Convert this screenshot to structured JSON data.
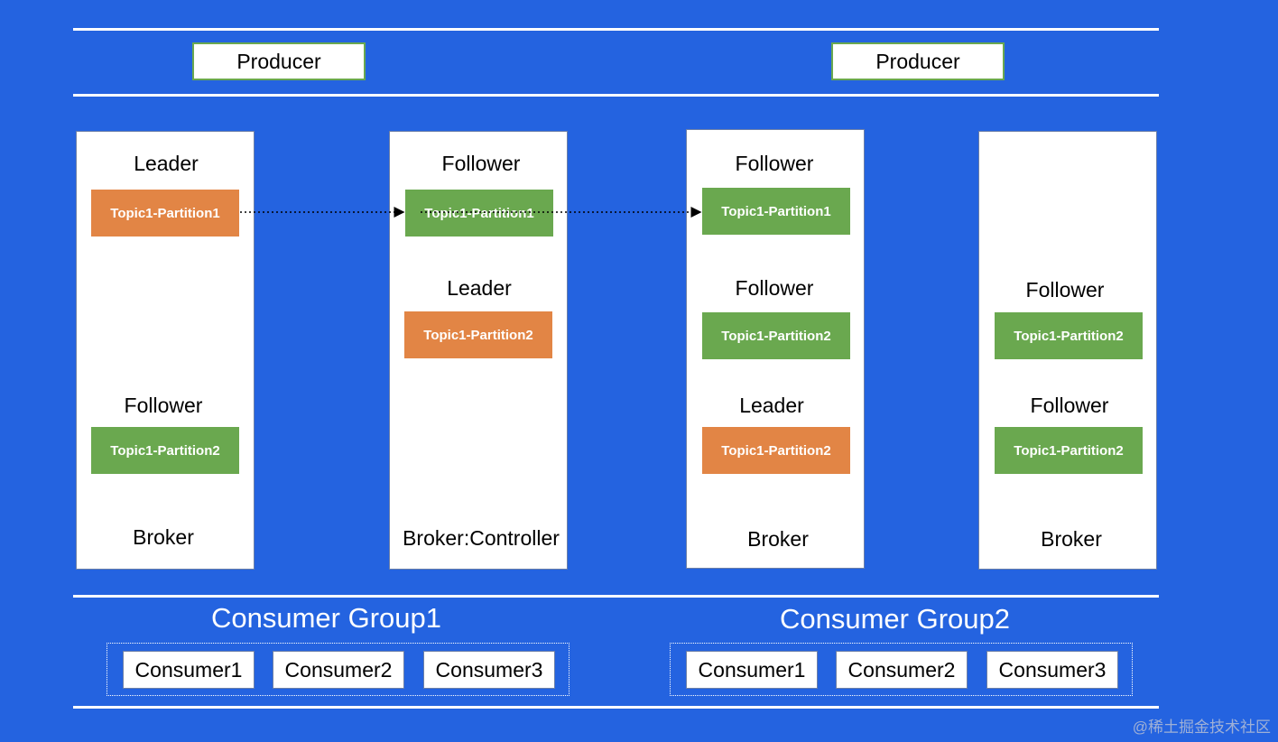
{
  "producers": [
    "Producer",
    "Producer"
  ],
  "brokers": [
    {
      "label": "Broker",
      "roles": [
        "Leader",
        "Follower"
      ],
      "partitions": [
        {
          "text": "Topic1-Partition1",
          "kind": "leader"
        },
        {
          "text": "Topic1-Partition2",
          "kind": "follower"
        }
      ]
    },
    {
      "label": "Broker:Controller",
      "roles": [
        "Follower",
        "Leader"
      ],
      "partitions": [
        {
          "text": "Topic1-Partition1",
          "kind": "follower"
        },
        {
          "text": "Topic1-Partition2",
          "kind": "leader"
        }
      ]
    },
    {
      "label": "Broker",
      "roles": [
        "Follower",
        "Follower",
        "Leader"
      ],
      "partitions": [
        {
          "text": "Topic1-Partition1",
          "kind": "follower"
        },
        {
          "text": "Topic1-Partition2",
          "kind": "follower"
        },
        {
          "text": "Topic1-Partition2",
          "kind": "leader"
        }
      ]
    },
    {
      "label": "Broker",
      "roles": [
        "Follower",
        "Follower"
      ],
      "partitions": [
        {
          "text": "Topic1-Partition2",
          "kind": "follower"
        },
        {
          "text": "Topic1-Partition2",
          "kind": "follower"
        }
      ]
    }
  ],
  "groups": [
    {
      "title": "Consumer Group1",
      "consumers": [
        "Consumer1",
        "Consumer2",
        "Consumer3"
      ]
    },
    {
      "title": "Consumer Group2",
      "consumers": [
        "Consumer1",
        "Consumer2",
        "Consumer3"
      ]
    }
  ],
  "watermark": "@稀土掘金技术社区",
  "colors": {
    "background": "#2463e0",
    "leader_partition": "#e28545",
    "follower_partition": "#6aa84f"
  }
}
